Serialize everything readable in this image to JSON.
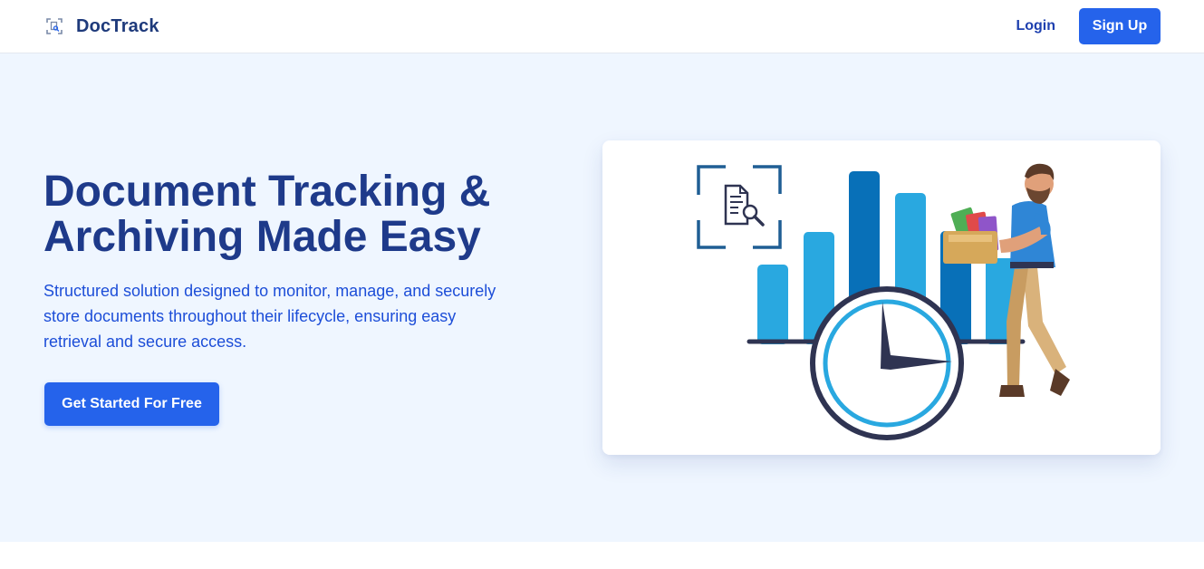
{
  "navbar": {
    "brand": "DocTrack",
    "brand_icon": "document-scan-icon",
    "login_label": "Login",
    "signup_label": "Sign Up"
  },
  "hero": {
    "title": "Document Tracking & Archiving Made Easy",
    "subtitle": "Structured solution designed to monitor, manage, and securely store documents throughout their lifecycle, ensuring easy retrieval and secure access.",
    "cta_label": "Get Started For Free",
    "illustration": {
      "icons": [
        "document-search-icon",
        "clock-icon",
        "bar-chart-icon",
        "person-carrying-folders"
      ]
    }
  },
  "colors": {
    "primary": "#2563eb",
    "heading": "#1e3a8a",
    "body_text": "#1d4ed8",
    "hero_bg": "#eff6ff",
    "bar_light": "#29a8e0",
    "bar_dark": "#0870b8",
    "clock_ring": "#2f3452"
  }
}
